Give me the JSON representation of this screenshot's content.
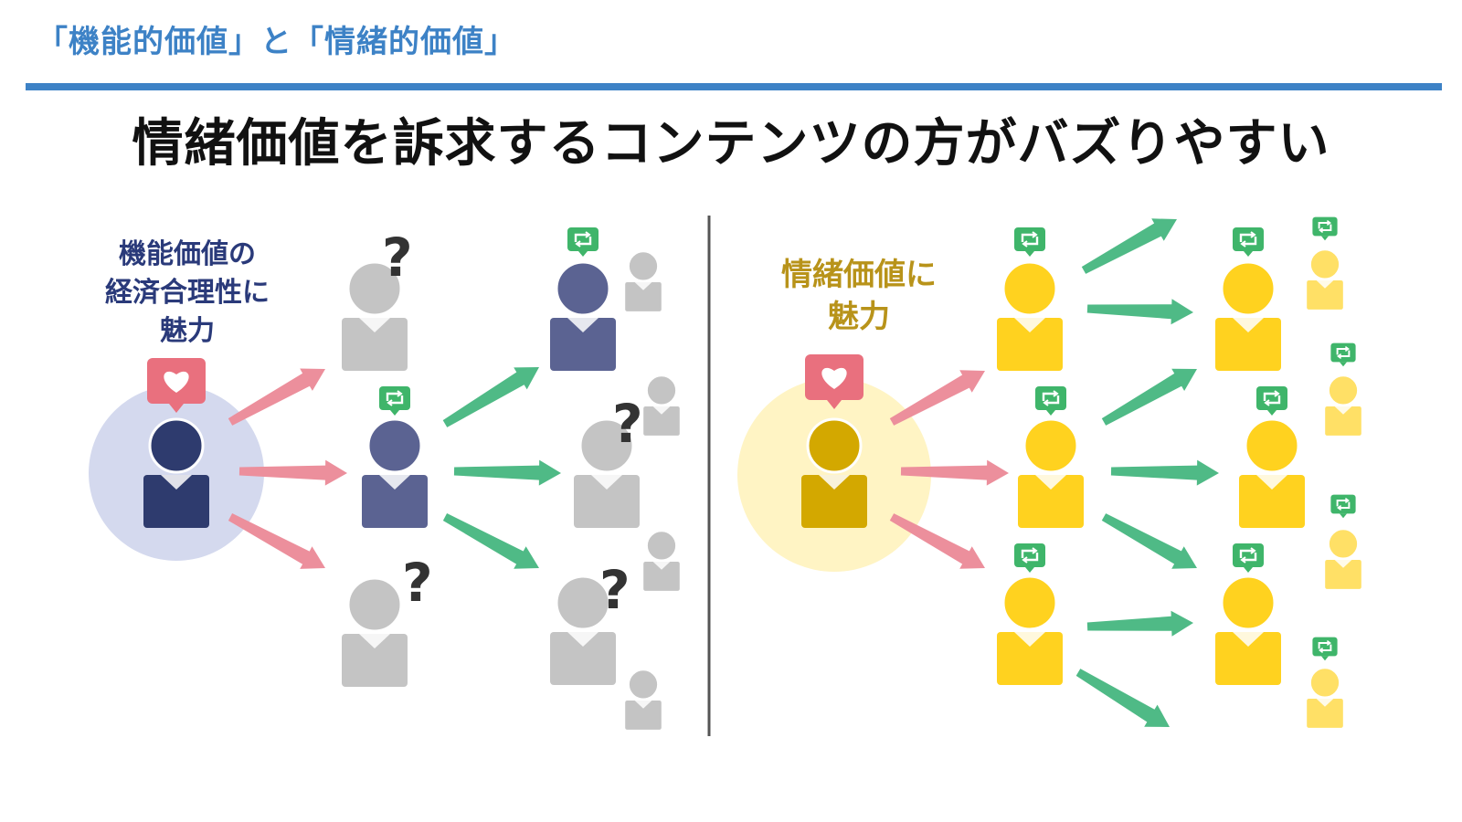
{
  "header": {
    "title": "「機能的価値」と「情緒的価値」"
  },
  "headline": "情緒価値を訴求するコンテンツの方がバズりやすい",
  "left_panel": {
    "label_lines": [
      "機能価値の",
      "経済合理性に",
      "魅力"
    ],
    "question_mark": "?"
  },
  "right_panel": {
    "label_lines": [
      "情緒価値に",
      "魅力"
    ]
  },
  "colors": {
    "accent_blue": "#3d82c6",
    "navy_person": "#2e3b6e",
    "slate_person": "#5b6392",
    "grey_person": "#c4c4c4",
    "gold_person": "#d3a800",
    "yellow_person": "#ffd21f",
    "pale_yellow_person": "#ffe066",
    "pink_arrow": "#ec8f9c",
    "green_arrow": "#4fba86",
    "like_badge": "#e9707e",
    "retweet_badge": "#3fb56a",
    "divider": "#555555"
  },
  "icons": {
    "like": "heart-icon",
    "share": "retweet-icon",
    "person": "person-icon"
  }
}
